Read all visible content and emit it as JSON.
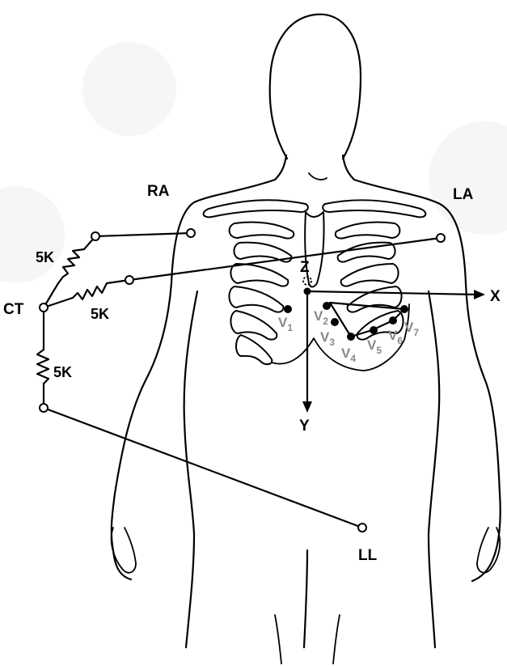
{
  "labels": {
    "right_arm": "RA",
    "left_arm": "LA",
    "left_leg": "LL",
    "central_terminal": "CT",
    "resistor_upper": "5K",
    "resistor_middle": "5K",
    "resistor_lower": "5K",
    "axis_x": "X",
    "axis_y": "Y",
    "axis_z": "Z"
  },
  "precordial_leads": [
    {
      "label": "V",
      "sub": "1"
    },
    {
      "label": "V",
      "sub": "2"
    },
    {
      "label": "V",
      "sub": "3"
    },
    {
      "label": "V",
      "sub": "4"
    },
    {
      "label": "V",
      "sub": "5"
    },
    {
      "label": "V",
      "sub": "6"
    },
    {
      "label": "V",
      "sub": "7"
    }
  ]
}
